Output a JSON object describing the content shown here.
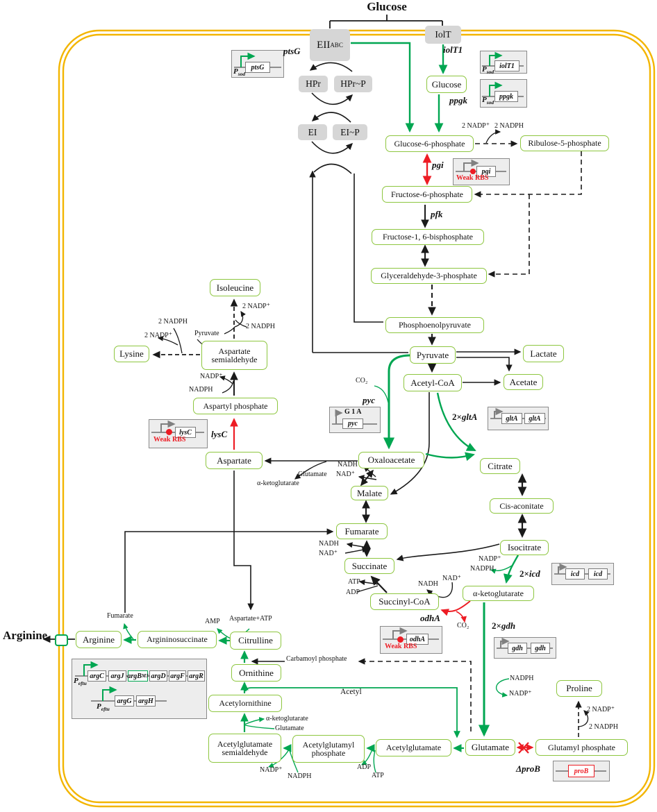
{
  "colors": {
    "green_arrow": "#00a651",
    "red_arrow": "#ed1c24",
    "membrane": "#f3b500",
    "metabolite_border": "#8dc63f",
    "protein_fill": "#d6d6d6"
  },
  "titles": {
    "glucose": "Glucose",
    "arginine": "Arginine"
  },
  "proteins": {
    "eii": {
      "main": "EII",
      "sub": "ABC"
    },
    "iolt": "IolT",
    "hpr": "HPr",
    "hpr_p": "HPr~P",
    "ei": "EI",
    "ei_p": "EI~P"
  },
  "metabolites": {
    "glucose_in": "Glucose",
    "g6p": "Glucose-6-phosphate",
    "r5p": "Ribulose-5-phosphate",
    "f6p": "Fructose-6-phosphate",
    "fbp": "Fructose-1, 6-bisphosphate",
    "g3p": "Glyceraldehyde-3-phosphate",
    "pep": "Phosphoenolpyruvate",
    "pyruvate": "Pyruvate",
    "lactate": "Lactate",
    "acetyl_coa": "Acetyl-CoA",
    "acetate": "Acetate",
    "oxaloacetate": "Oxaloacetate",
    "malate": "Malate",
    "fumarate": "Fumarate",
    "succinate": "Succinate",
    "succinyl_coa": "Succinyl-CoA",
    "citrate": "Citrate",
    "cis_aconitate": "Cis-aconitate",
    "isocitrate": "Isocitrate",
    "akg": "α-ketoglutarate",
    "glutamate": "Glutamate",
    "glutamyl_phosphate": "Glutamyl phosphate",
    "proline": "Proline",
    "acetylglutamate": "Acetylglutamate",
    "acetylglutamyl_phosphate": "Acetylglutamyl phosphate",
    "acetylglutamate_semialdehyde": "Acetylglutamate semialdehyde",
    "acetylornithine": "Acetylornithine",
    "ornithine": "Ornithine",
    "citrulline": "Citrulline",
    "argininosuccinate": "Argininosuccinate",
    "arginine": "Arginine",
    "aspartate": "Aspartate",
    "aspartyl_phosphate": "Aspartyl phosphate",
    "aspartate_semialdehyde": "Aspartate semialdehyde",
    "lysine": "Lysine",
    "isoleucine": "Isoleucine"
  },
  "enzymes": {
    "ptsG": "ptsG",
    "iolT1": "iolT1",
    "ppgk": "ppgk",
    "pgi": "pgi",
    "pfk": "pfk",
    "pyc": "pyc",
    "gltA": {
      "mult": "2×",
      "gene": "gltA"
    },
    "icd": {
      "mult": "2×",
      "gene": "icd"
    },
    "gdh": {
      "mult": "2×",
      "gene": "gdh"
    },
    "odhA": "odhA",
    "lysC": "lysC",
    "proB_deletion": "ΔproB"
  },
  "cofactors": {
    "ppp_nadp": "2 NADP⁺",
    "ppp_nadph": "2 NADPH",
    "ile_nadp": "2 NADP⁺",
    "ile_nadph": "2 NADPH",
    "ile_pyruvate": "Pyruvate",
    "lys_nadph": "2 NADPH",
    "lys_nadp": "2 NADP⁺",
    "asa_nadp": "NADP⁺",
    "asa_nadph": "NADPH",
    "trans_glutamate": "Glutamate",
    "trans_akg": "α-ketoglutarate",
    "mdh_nadh": "NADH",
    "mdh_nad": "NAD⁺",
    "sdh_nadh": "NADH",
    "sdh_nad": "NAD⁺",
    "succ_atp": "ATP",
    "succ_adp": "ADP",
    "odh_nadh": "NADH",
    "odh_nad": "NAD⁺",
    "odh_co2": "CO₂",
    "pyc_co2": "CO₂",
    "icd_nadp": "NADP⁺",
    "icd_nadph": "NADPH",
    "gdh_nadph": "NADPH",
    "gdh_nadp": "NADP⁺",
    "pro_nadp": "2 NADP⁺",
    "pro_nadph": "2 NADPH",
    "agsa_nadp": "NADP⁺",
    "agsa_nadph": "NADPH",
    "agp_adp": "ADP",
    "agp_atp": "ATP",
    "orn_akg": "α-ketoglutarate",
    "orn_glutamate": "Glutamate",
    "acetyl": "Acetyl",
    "carbamoyl_phosphate": "Carbamoyl phosphate",
    "fumarate_byproduct": "Fumarate",
    "amp": "AMP",
    "aspartate_atp": "Aspartate+ATP"
  },
  "cassettes": {
    "psod": {
      "p": "P",
      "sub": "sod"
    },
    "peftu": {
      "p": "P",
      "sub": "eftu"
    },
    "weak_rbs": "Weak RBS",
    "ptsg_gene": "ptsG",
    "iolt1_gene": "iolT1",
    "ppgk_gene": "ppgk",
    "pgi_gene": "pgi",
    "pyc_gene": "pyc",
    "pyc_start_codon": "G 1 A",
    "glta_gene": "gltA",
    "icd_gene": "icd",
    "gdh_gene": "gdh",
    "odha_gene": "odhA",
    "lysc_gene": "lysC",
    "prob_gene": "proB",
    "arg_operon_row1": [
      "argC",
      "argJ",
      {
        "main": "argB",
        "sub": "M3"
      },
      "argD",
      "argF",
      "argR"
    ],
    "arg_operon_row2": [
      "argG",
      "argH"
    ]
  }
}
